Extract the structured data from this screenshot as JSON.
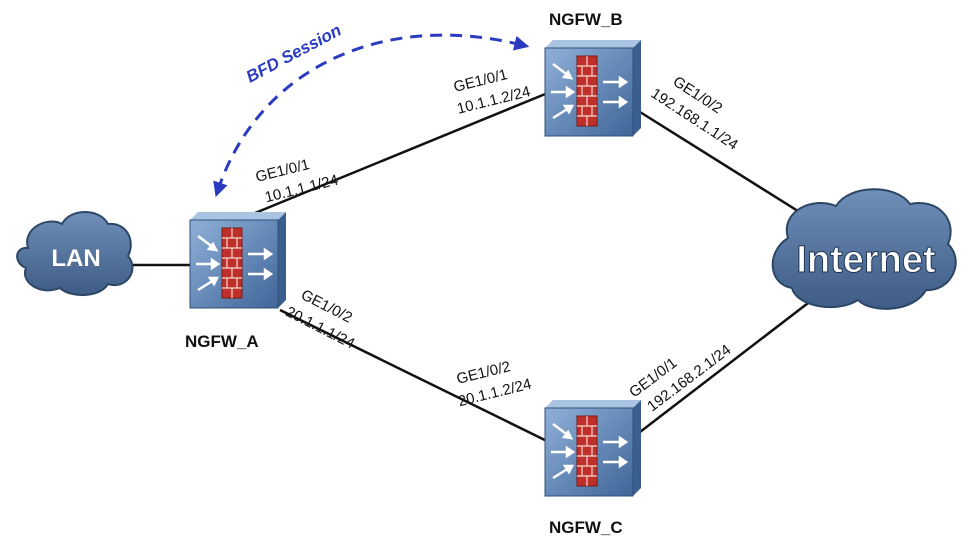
{
  "nodes": {
    "lan": {
      "label": "LAN"
    },
    "internet": {
      "label": "Internet"
    },
    "ngfw_a": {
      "label": "NGFW_A"
    },
    "ngfw_b": {
      "label": "NGFW_B"
    },
    "ngfw_c": {
      "label": "NGFW_C"
    }
  },
  "interfaces": {
    "a_to_b": {
      "port": "GE1/0/1",
      "ip": "10.1.1.1/24"
    },
    "a_to_c": {
      "port": "GE1/0/2",
      "ip": "20.1.1.1/24"
    },
    "b_to_a": {
      "port": "GE1/0/1",
      "ip": "10.1.1.2/24"
    },
    "b_to_internet": {
      "port": "GE1/0/2",
      "ip": "192.168.1.1/24"
    },
    "c_to_a": {
      "port": "GE1/0/2",
      "ip": "20.1.1.2/24"
    },
    "c_to_internet": {
      "port": "GE1/0/1",
      "ip": "192.168.2.1/24"
    }
  },
  "bfd": {
    "label": "BFD Session"
  },
  "colors": {
    "cloud_fill": "#4f6f97",
    "cloud_stroke": "#2c4766",
    "device_fill": "#5d85b8",
    "wall_red": "#c0302a",
    "bfd_blue": "#2a3bbf",
    "link": "#111111"
  }
}
